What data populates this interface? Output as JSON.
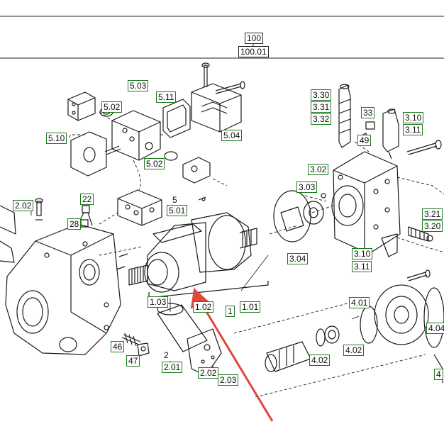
{
  "header": {
    "assembly_number": "100",
    "assembly_sub_number": "100.01"
  },
  "callouts": [
    {
      "id": "5.03",
      "text": "5.03"
    },
    {
      "id": "5.11",
      "text": "5.11"
    },
    {
      "id": "5.02a",
      "text": "5.02"
    },
    {
      "id": "5.10",
      "text": "5.10"
    },
    {
      "id": "5.04",
      "text": "5.04"
    },
    {
      "id": "5.02b",
      "text": "5.02"
    },
    {
      "id": "5",
      "text": "5"
    },
    {
      "id": "5.01",
      "text": "5.01"
    },
    {
      "id": "2.02a",
      "text": "2.02"
    },
    {
      "id": "22",
      "text": "22"
    },
    {
      "id": "28",
      "text": "28"
    },
    {
      "id": "3.30",
      "text": "3.30"
    },
    {
      "id": "3.31",
      "text": "3.31"
    },
    {
      "id": "3.32",
      "text": "3.32"
    },
    {
      "id": "33",
      "text": "33"
    },
    {
      "id": "49",
      "text": "49"
    },
    {
      "id": "3.10a",
      "text": "3.10"
    },
    {
      "id": "3.11a",
      "text": "3.11"
    },
    {
      "id": "3.02",
      "text": "3.02"
    },
    {
      "id": "3.03",
      "text": "3.03"
    },
    {
      "id": "3.21",
      "text": "3.21"
    },
    {
      "id": "3.20",
      "text": "3.20"
    },
    {
      "id": "3.04",
      "text": "3.04"
    },
    {
      "id": "3.10b",
      "text": "3.10"
    },
    {
      "id": "3.11b",
      "text": "3.11"
    },
    {
      "id": "1.03",
      "text": "1.03"
    },
    {
      "id": "1.02",
      "text": "1.02"
    },
    {
      "id": "1",
      "text": "1"
    },
    {
      "id": "1.01",
      "text": "1.01"
    },
    {
      "id": "4.01",
      "text": "4.01"
    },
    {
      "id": "4.04",
      "text": "4.04"
    },
    {
      "id": "4.02a",
      "text": "4.02"
    },
    {
      "id": "4.02b",
      "text": "4.02"
    },
    {
      "id": "4",
      "text": "4"
    },
    {
      "id": "46",
      "text": "46"
    },
    {
      "id": "47",
      "text": "47"
    },
    {
      "id": "2",
      "text": "2"
    },
    {
      "id": "2.01",
      "text": "2.01"
    },
    {
      "id": "2.02b",
      "text": "2.02"
    },
    {
      "id": "2.03",
      "text": "2.03"
    }
  ],
  "colors": {
    "line": "#1a1a1a",
    "callout_border": "#1f7a1f",
    "arrow": "#e0483c"
  }
}
